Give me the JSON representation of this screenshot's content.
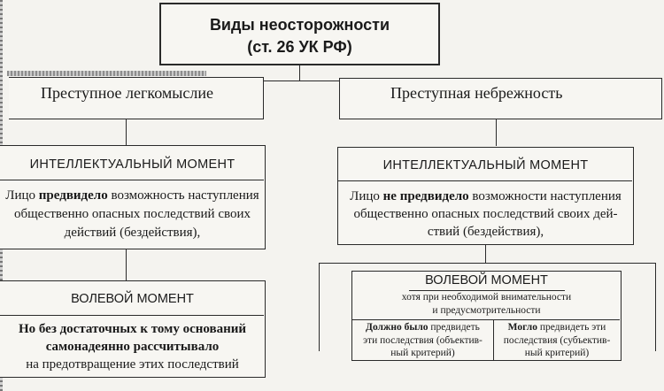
{
  "title": {
    "line1": "Виды неосторожности",
    "line2": "(ст. 26 УК РФ)"
  },
  "left": {
    "header": "Преступное легкомыслие",
    "intellectual": {
      "title": "ИНТЕЛЛЕКТУАЛЬНЫЙ МОМЕНТ",
      "text_lead": "Лицо ",
      "text_bold": "предвидело",
      "text_rest": " возможность наступления",
      "line2": "общественно опасных последствий своих",
      "line3": "действий (бездействия),"
    },
    "volitional": {
      "title": "ВОЛЕВОЙ МОМЕНТ",
      "line1_bold": "Но",
      "line1_rest": " без достаточных к тому оснований",
      "line2": "самонадеянно рассчитывало",
      "line3_lead": "на",
      "line3_rest": " предотвращение этих последствий"
    }
  },
  "right": {
    "header": "Преступная небрежность",
    "intellectual": {
      "title": "ИНТЕЛЛЕКТУАЛЬНЫЙ МОМЕНТ",
      "text_lead": "Лицо ",
      "text_bold": "не предвидело",
      "text_rest": " возможности наступления",
      "line2": "общественно опасных последствий своих дей-",
      "line3": "ствий (бездействия),"
    },
    "volitional": {
      "title": "ВОЛЕВОЙ МОМЕНТ",
      "sub1": "хотя при необходимой внимательности",
      "sub2": "и предусмотрительности",
      "left_bold": "Должно было",
      "left_rest": " предвидеть",
      "left_line2": "эти последствия (объектив-",
      "left_line3": "ный критерий)",
      "right_bold": "Могло",
      "right_rest": " предвидеть эти",
      "right_line2": "последствия (субъектив-",
      "right_line3": "ный критерий)"
    }
  }
}
